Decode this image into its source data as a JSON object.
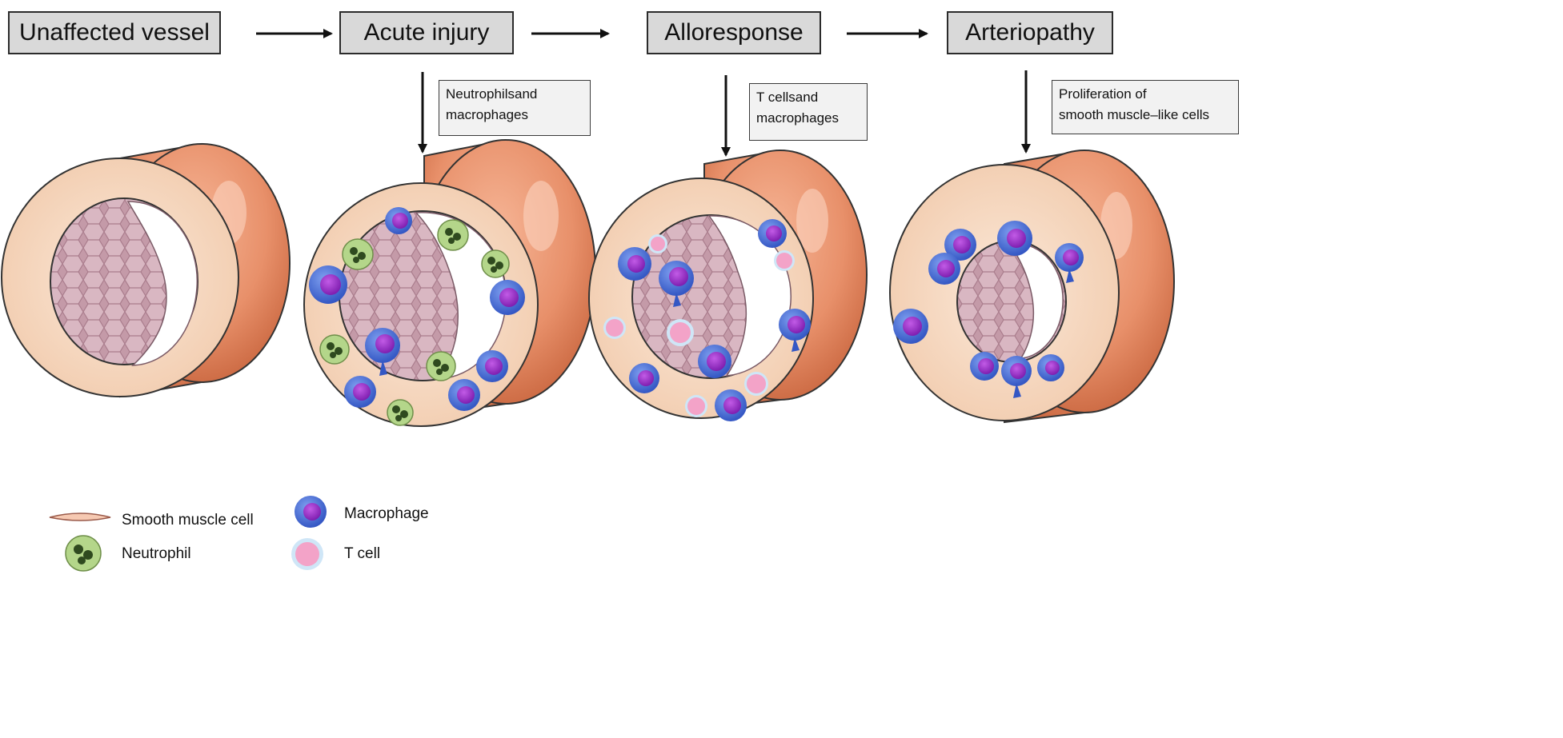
{
  "stages": [
    {
      "label": "Unaffected vessel"
    },
    {
      "label": "Acute injury"
    },
    {
      "label": "Alloresponse"
    },
    {
      "label": "Arteriopathy"
    }
  ],
  "notes": {
    "acute": [
      "Neutrophilsand",
      "macrophages"
    ],
    "allo": [
      "T cellsand",
      "macrophages"
    ],
    "arterio": [
      "Proliferation of",
      "smooth muscle–like cells"
    ]
  },
  "legend": {
    "smooth_muscle": "Smooth muscle cell",
    "neutrophil": "Neutrophil",
    "macrophage": "Macrophage",
    "t_cell": "T cell"
  },
  "colors": {
    "vessel_outer": "#e8906a",
    "vessel_wall": "#f8dcc6",
    "lumen_lining": "#c9a3ae",
    "macrophage": "#4a6fd8",
    "macrophage_nucleus": "#9b2fc9",
    "neutrophil": "#b4d68a",
    "t_cell": "#f3a3c8"
  }
}
